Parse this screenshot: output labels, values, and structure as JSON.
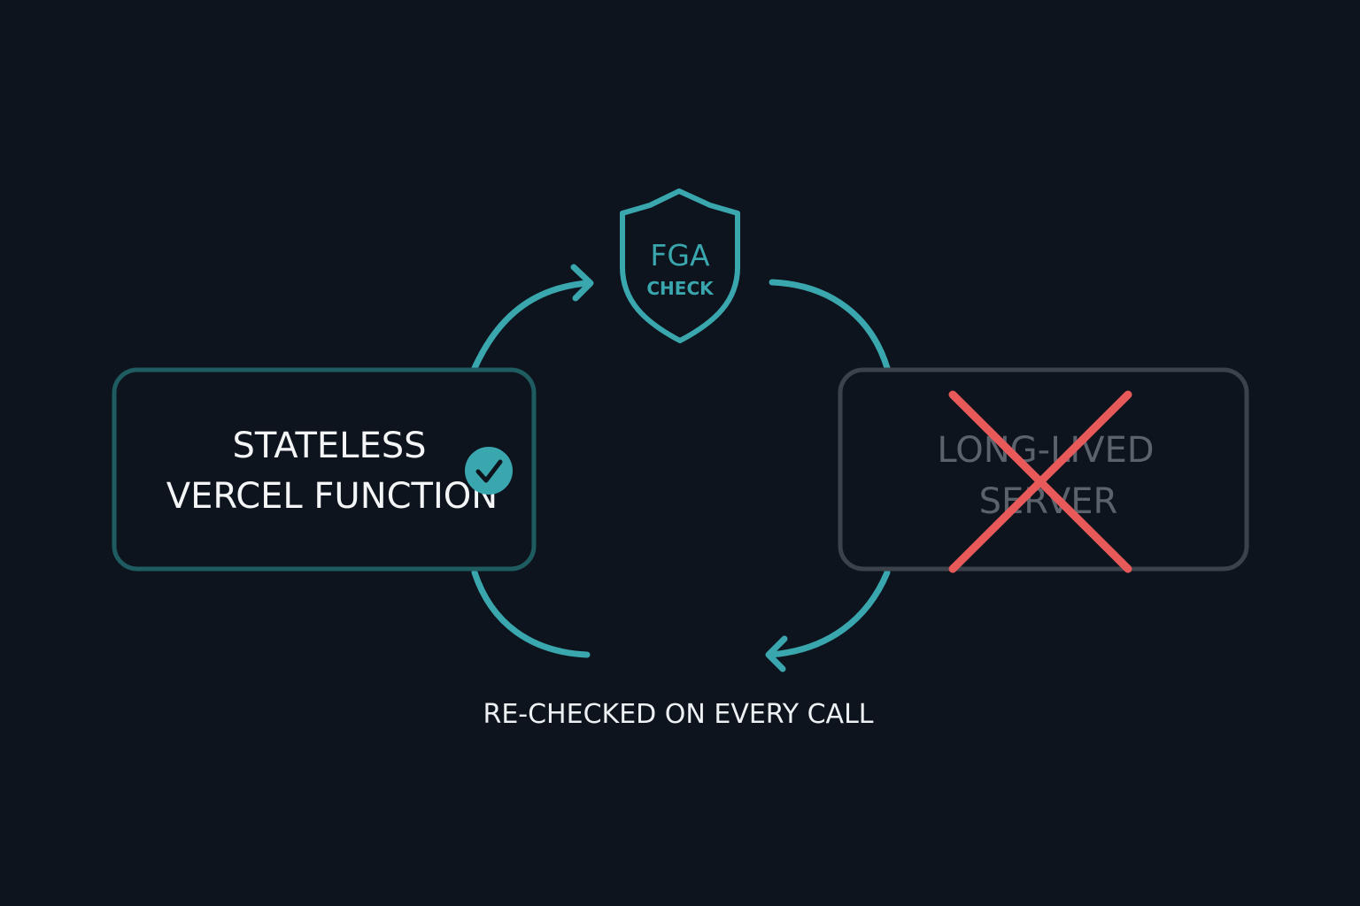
{
  "colors": {
    "background": "#0d141d",
    "accent": "#3aa6ae",
    "accent_dim": "#1f5c61",
    "muted_border": "#3c424a",
    "muted_text": "#5b626c",
    "cross": "#e85a5a",
    "text": "#f3f5f7"
  },
  "shield": {
    "line1": "FGA",
    "line2": "CHECK",
    "icon": "shield-icon"
  },
  "left_box": {
    "line1": "STATELESS",
    "line2": "VERCEL FUNCTION",
    "badge_icon": "checkmark-circle-icon"
  },
  "right_box": {
    "line1": "LONG-LIVED",
    "line2": "SERVER",
    "overlay_icon": "cross-icon"
  },
  "caption": "RE-CHECKED ON EVERY CALL"
}
